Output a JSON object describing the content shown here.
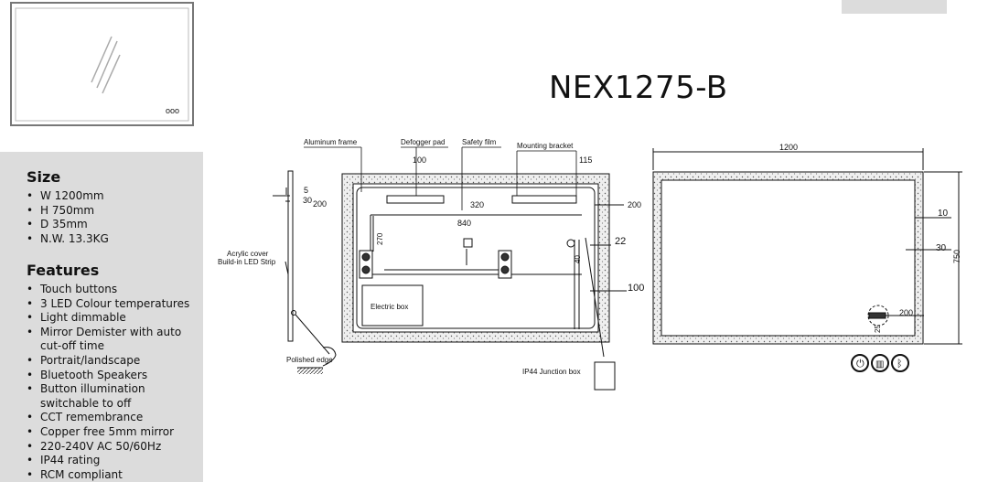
{
  "model_code": "NEX1275-B",
  "thumbnail": {
    "button_dots": "ooo"
  },
  "size": {
    "heading": "Size",
    "items": [
      "W 1200mm",
      "H 750mm",
      "D 35mm",
      "N.W. 13.3KG"
    ]
  },
  "features": {
    "heading": "Features",
    "items": [
      "Touch buttons",
      "3 LED Colour temperatures",
      "Light dimmable",
      "Mirror Demister with auto cut-off time",
      "Portrait/landscape",
      "Bluetooth Speakers",
      "Button illumination switchable to off",
      "CCT remembrance",
      "Copper free 5mm mirror",
      "220-240V AC 50/60Hz",
      "IP44 rating",
      "RCM compliant"
    ]
  },
  "drawing": {
    "side_labels": {
      "acrylic_cover": "Acrylic cover",
      "led_strip": "Build-in LED Strip",
      "polished_edge": "Polished edge"
    },
    "side_dims": {
      "d5": "5",
      "d30": "30",
      "d200": "200"
    },
    "back_labels": {
      "aluminum_frame": "Aluminum frame",
      "defogger_pad": "Defogger pad",
      "safety_film": "Safety film",
      "mounting_bracket": "Mounting bracket",
      "electric_box": "Electric box",
      "junction_box": "IP44 Junction box"
    },
    "back_dims": {
      "d100_top": "100",
      "d115": "115",
      "d320": "320",
      "d200_right": "200",
      "d840": "840",
      "d270": "270",
      "d22": "22",
      "d40": "40",
      "d100_right": "100"
    },
    "front_dims": {
      "width": "1200",
      "height": "750",
      "d10": "10",
      "d30": "30",
      "d200": "200",
      "d25": "25"
    }
  }
}
